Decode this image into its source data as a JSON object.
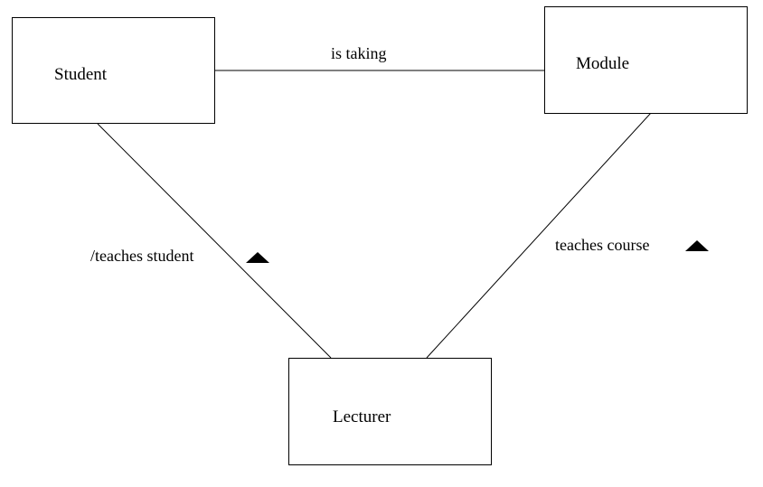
{
  "classes": {
    "student": "Student",
    "module": "Module",
    "lecturer": "Lecturer"
  },
  "associations": {
    "is_taking": "is taking",
    "teaches_student": "/teaches student",
    "teaches_course": "teaches course"
  },
  "colors": {
    "line": "#000000",
    "background": "#ffffff"
  },
  "icons": {
    "direction_marker": "filled-triangle-up"
  }
}
